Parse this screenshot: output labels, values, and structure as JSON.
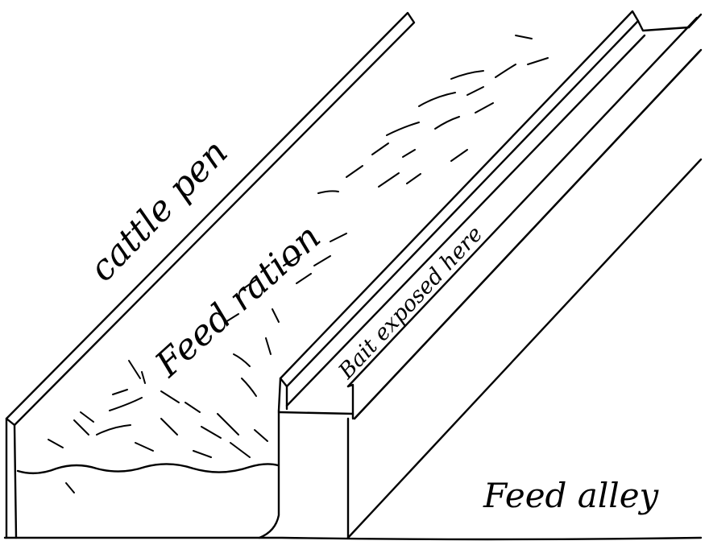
{
  "labels": {
    "cattle_pen": "cattle pen",
    "feed_ration": "Feed ration",
    "bait_exposed": "Bait exposed here",
    "feed_alley": "Feed alley"
  },
  "colors": {
    "ink": "#000000",
    "paper": "#ffffff"
  }
}
